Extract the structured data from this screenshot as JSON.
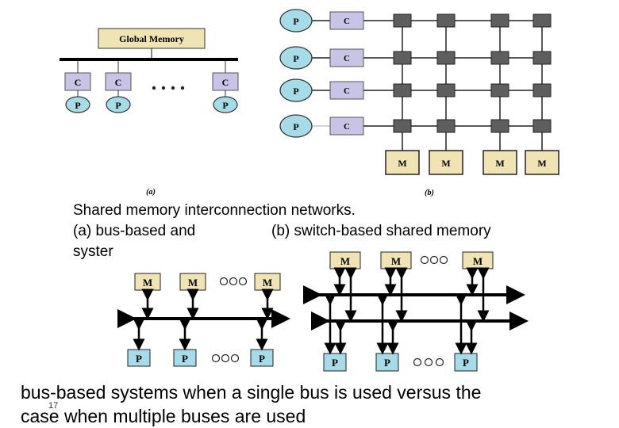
{
  "diagram_a": {
    "global_memory_label": "Global Memory",
    "cache_label": "C",
    "processor_label": "P",
    "caption": "(a)"
  },
  "diagram_b": {
    "processor_label": "P",
    "cache_label": "C",
    "memory_label": "M",
    "caption": "(b)"
  },
  "caption": {
    "line1": "Shared memory interconnection networks.",
    "line2a": "(a) bus-based and",
    "line2b": "(b) switch-based shared memory",
    "line3": "syster"
  },
  "single_bus": {
    "memory_label": "M",
    "processor_label": "P"
  },
  "multi_bus": {
    "memory_label": "M",
    "processor_label": "P"
  },
  "bottom_text": {
    "line1": "bus-based systems when a single bus is used versus the",
    "line2": "case when multiple buses are used"
  },
  "page_number": "17",
  "colors": {
    "cache_fill": "#c8c4e6",
    "processor_fill": "#a6dbe8",
    "memory_fill": "#f0e3b4",
    "switch_fill": "#5e5e5e"
  }
}
